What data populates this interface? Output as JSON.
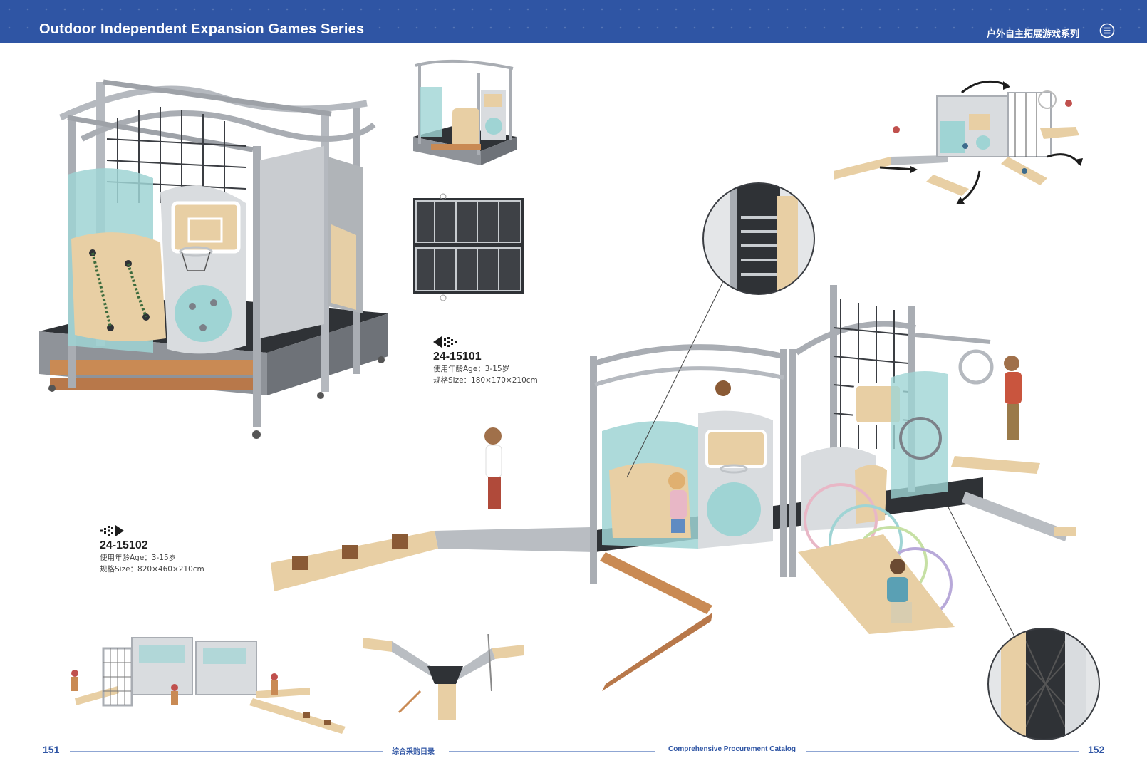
{
  "header": {
    "title": "Outdoor Independent Expansion Games Series",
    "title_cn": "户外自主拓展游戏系列",
    "icon": "menu-circle-icon"
  },
  "products": [
    {
      "code": "24-15101",
      "age": "使用年龄Age：3-15岁",
      "size": "规格Size：180×170×210cm",
      "arrow": "arrow-left-icon"
    },
    {
      "code": "24-15102",
      "age": "使用年龄Age：3-15岁",
      "size": "规格Size：820×460×210cm",
      "arrow": "arrow-right-icon"
    }
  ],
  "footer": {
    "page_left": "151",
    "catalog_cn": "综合采购目录",
    "catalog_en": "Comprehensive Procurement Catalog",
    "page_right": "152"
  },
  "colors": {
    "brand_blue": "#2f55a4",
    "panel_teal": "#9fd4d4",
    "panel_beige": "#e8cfa4",
    "frame_grey": "#a9adb3",
    "deck_dark": "#2f3236"
  }
}
